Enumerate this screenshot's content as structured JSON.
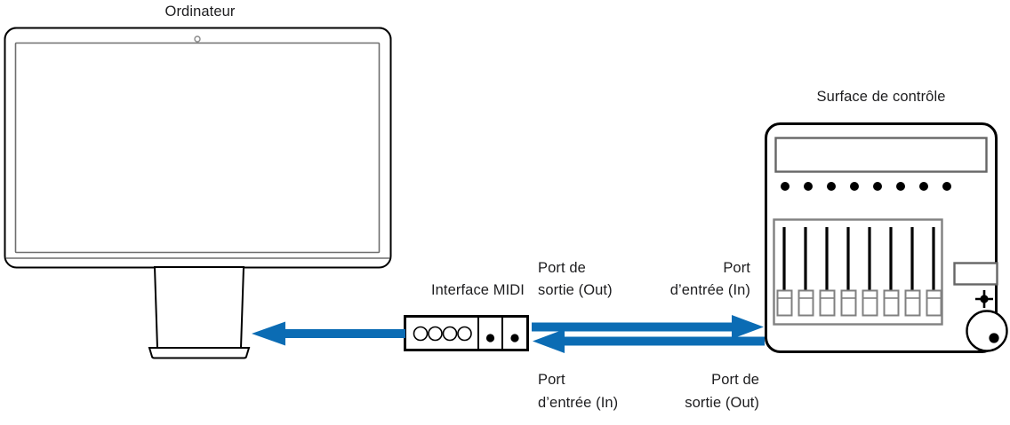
{
  "diagram": {
    "title_computer": "Ordinateur",
    "title_control_surface": "Surface de contrôle",
    "label_midi_interface": "Interface MIDI",
    "label_out_top_line1": "Port de",
    "label_out_top_line2": "sortie (Out)",
    "label_in_top_line1": "Port",
    "label_in_top_line2": "d’entrée (In)",
    "label_in_bottom_line1": "Port",
    "label_in_bottom_line2": "d’entrée (In)",
    "label_out_bottom_line1": "Port de",
    "label_out_bottom_line2": "sortie (Out)"
  },
  "colors": {
    "arrow_blue": "#0B6CB4",
    "outline_black": "#000000",
    "outline_gray": "#7d7d7d",
    "text": "#1d1d1f",
    "background": "#ffffff"
  },
  "devices": {
    "computer": {
      "name": "Ordinateur",
      "parts": [
        "screen-bezel",
        "screen-panel",
        "camera-dot",
        "chin-bar",
        "stand-neck",
        "stand-foot"
      ]
    },
    "midi_interface": {
      "name": "Interface MIDI",
      "round_ports": 4,
      "dot_ports": 2
    },
    "control_surface": {
      "name": "Surface de contrôle",
      "display_panels": 1,
      "indicator_dots": 8,
      "faders": 8,
      "small_rect": 1,
      "knob": 1,
      "jog_wheel": 1
    }
  },
  "connections": [
    {
      "name": "midi-out-to-surface-in",
      "direction": "right",
      "from": "Interface MIDI — Port de sortie (Out)",
      "to": "Surface de contrôle — Port d’entrée (In)"
    },
    {
      "name": "surface-out-to-midi-in",
      "direction": "left",
      "from": "Surface de contrôle — Port de sortie (Out)",
      "to": "Interface MIDI — Port d’entrée (In)"
    },
    {
      "name": "midi-to-computer",
      "direction": "left",
      "from": "Interface MIDI",
      "to": "Ordinateur"
    }
  ]
}
